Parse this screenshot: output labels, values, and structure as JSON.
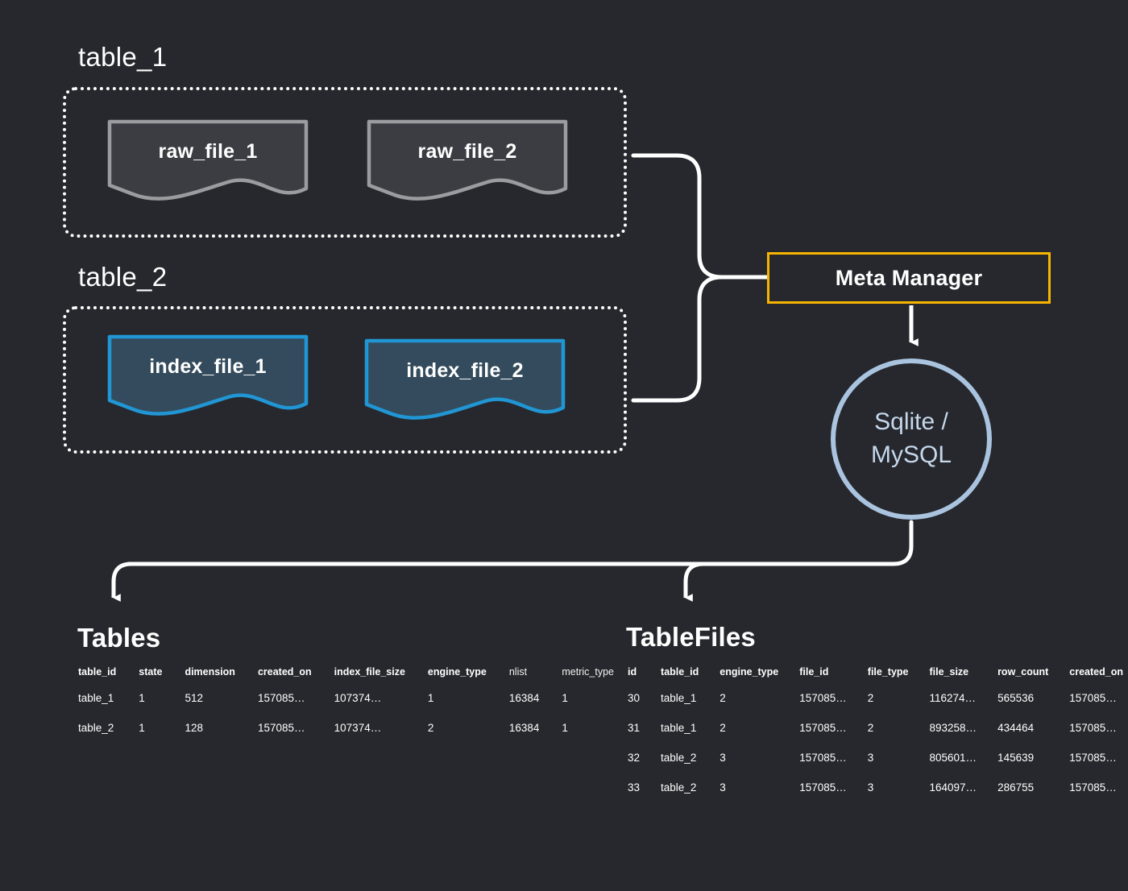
{
  "diagram": {
    "groups": [
      {
        "label": "table_1",
        "files": [
          {
            "name": "raw_file_1",
            "kind": "raw"
          },
          {
            "name": "raw_file_2",
            "kind": "raw"
          }
        ]
      },
      {
        "label": "table_2",
        "files": [
          {
            "name": "index_file_1",
            "kind": "index"
          },
          {
            "name": "index_file_2",
            "kind": "index"
          }
        ]
      }
    ],
    "meta_manager": {
      "label": "Meta Manager"
    },
    "database": {
      "line1": "Sqlite /",
      "line2": "MySQL"
    },
    "colors": {
      "background": "#26282d",
      "raw_file_fill": "#3b3d42",
      "raw_file_stroke": "#9b9ca0",
      "index_file_fill": "#334b5c",
      "index_file_stroke": "#2196d4",
      "meta_manager_border": "#f7b500",
      "database_border": "#aac4e0",
      "database_text": "#c6d8ec",
      "connector": "#ffffff",
      "group_border": "#ffffff"
    }
  },
  "tables_section": {
    "title": "Tables",
    "columns": [
      "table_id",
      "state",
      "dimension",
      "created_on",
      "index_file_size",
      "engine_type",
      "nlist",
      "metric_type"
    ],
    "light_columns": [
      "nlist",
      "metric_type"
    ],
    "rows": [
      [
        "table_1",
        "1",
        "512",
        "157085…",
        "107374…",
        "1",
        "16384",
        "1"
      ],
      [
        "table_2",
        "1",
        "128",
        "157085…",
        "107374…",
        "2",
        "16384",
        "1"
      ]
    ]
  },
  "tablefiles_section": {
    "title": "TableFiles",
    "columns": [
      "id",
      "table_id",
      "engine_type",
      "file_id",
      "file_type",
      "file_size",
      "row_count",
      "created_on"
    ],
    "light_columns": [],
    "rows": [
      [
        "30",
        "table_1",
        "2",
        "157085…",
        "2",
        "116274…",
        "565536",
        "157085…"
      ],
      [
        "31",
        "table_1",
        "2",
        "157085…",
        "2",
        "893258…",
        "434464",
        "157085…"
      ],
      [
        "32",
        "table_2",
        "3",
        "157085…",
        "3",
        "805601…",
        "145639",
        "157085…"
      ],
      [
        "33",
        "table_2",
        "3",
        "157085…",
        "3",
        "164097…",
        "286755",
        "157085…"
      ]
    ]
  }
}
